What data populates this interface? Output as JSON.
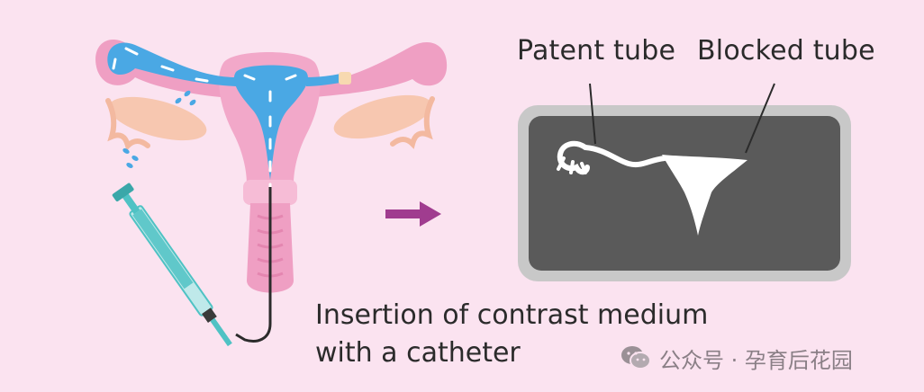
{
  "labels": {
    "patent_tube": "Patent tube",
    "blocked_tube": "Blocked tube"
  },
  "caption": {
    "line1": "Insertion of contrast medium",
    "line2": "with a catheter"
  },
  "watermark": {
    "text": "公众号 · 孕育后花园",
    "icon": "wechat-icon"
  },
  "colors": {
    "background": "#fbe3f0",
    "uterus_pink": "#ef9fc3",
    "contrast_blue": "#4aa8e4",
    "arrow_purple": "#a03c8f",
    "xray_frame": "#c8c8c8",
    "xray_screen": "#5a5a5a",
    "syringe_teal": "#4fc2c4"
  }
}
